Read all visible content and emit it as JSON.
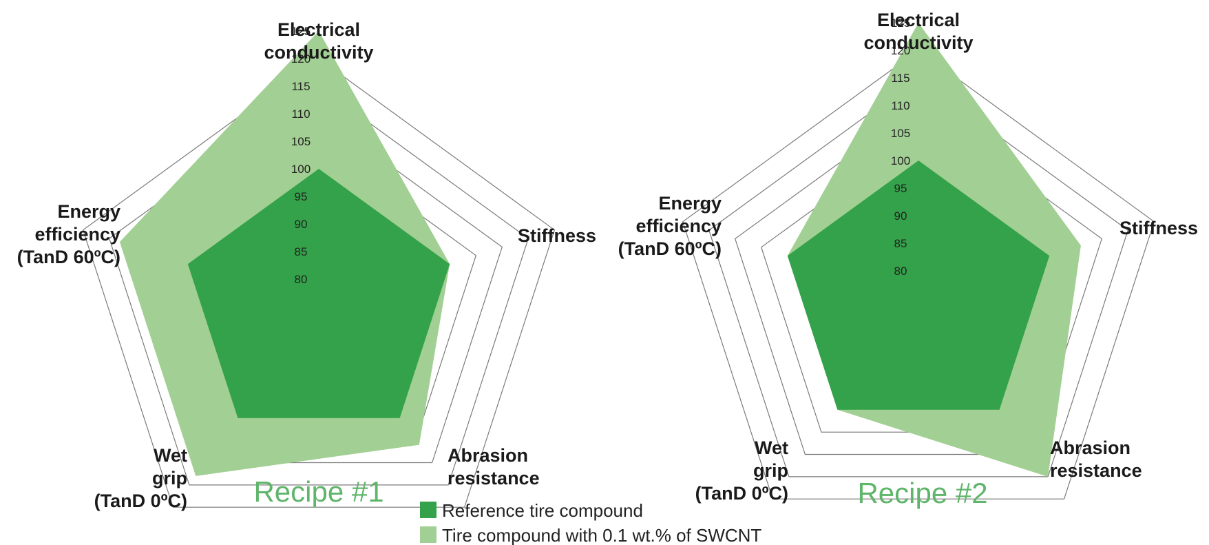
{
  "chart_data": [
    {
      "type": "radar",
      "title": "Recipe #1",
      "axes": [
        "Electrical conductivity",
        "Stiffness",
        "Abrasion resistance",
        "Wet grip (TanD 0ºC)",
        "Energy efficiency (TanD 60ºC)"
      ],
      "r_ticks": [
        125,
        120,
        115,
        110,
        105,
        100,
        95,
        90,
        85,
        80
      ],
      "grid_rings": [
        105,
        110,
        115,
        120
      ],
      "r_range": [
        75,
        125
      ],
      "series": [
        {
          "name": "Tire compound with 0.1 wt.% of SWCNT",
          "values": [
            125,
            100,
            106,
            113,
            113
          ]
        },
        {
          "name": "Reference tire compound",
          "values": [
            100,
            100,
            100,
            100,
            100
          ]
        }
      ]
    },
    {
      "type": "radar",
      "title": "Recipe #2",
      "axes": [
        "Electrical conductivity",
        "Stiffness",
        "Abrasion resistance",
        "Wet grip (TanD 0ºC)",
        "Energy efficiency (TanD 60ºC)"
      ],
      "r_ticks": [
        125,
        120,
        115,
        110,
        105,
        100,
        95,
        90,
        85,
        80
      ],
      "grid_rings": [
        105,
        110,
        115,
        120
      ],
      "r_range": [
        75,
        125
      ],
      "series": [
        {
          "name": "Tire compound with 0.1 wt.% of SWCNT",
          "values": [
            125,
            106,
            115,
            100,
            100
          ]
        },
        {
          "name": "Reference tire compound",
          "values": [
            100,
            100,
            100,
            100,
            100
          ]
        }
      ]
    }
  ],
  "legend": {
    "items": [
      {
        "label": "Reference tire compound",
        "color": "#33a24a"
      },
      {
        "label": "Tire compound with 0.1 wt.% of SWCNT",
        "color": "#a2cf93"
      }
    ]
  },
  "colors": {
    "reference": "#33a24a",
    "swcnt": "#a2cf93",
    "grid": "#7a7a7a",
    "title": "#5fb56a"
  }
}
